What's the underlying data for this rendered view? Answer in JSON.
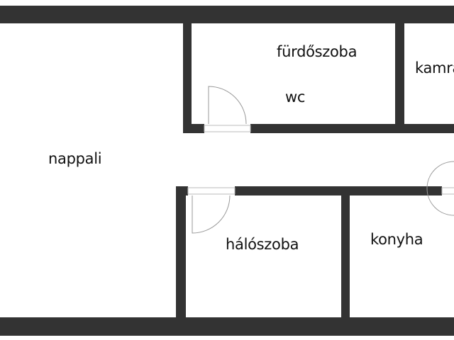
{
  "rooms": {
    "living": "nappali",
    "bathroom": "fürdőszoba",
    "wc": "wc",
    "pantry": "kamra",
    "bedroom": "hálószoba",
    "kitchen": "konyha"
  },
  "colors": {
    "wall": "#333333",
    "background": "#ffffff",
    "door_line": "#999999"
  }
}
